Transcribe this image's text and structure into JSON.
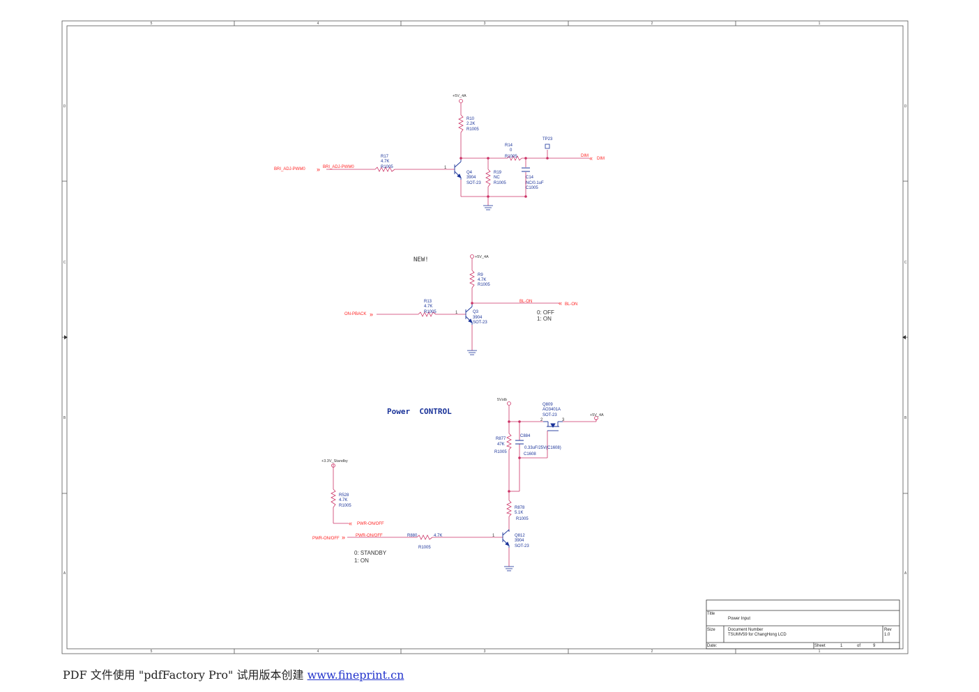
{
  "colors": {
    "wire": "#cc3366",
    "part": "#1a3399",
    "net": "#ff2222",
    "frame": "#555555",
    "note": "#333333",
    "junction": "#cc3366"
  },
  "frame": {
    "columns": [
      "5",
      "4",
      "3",
      "2",
      "1"
    ],
    "rows": [
      "D",
      "C",
      "B",
      "A"
    ]
  },
  "circuit1": {
    "rail": "+5V_4A",
    "r10": {
      "ref": "R10",
      "val": "2.2K",
      "pkg": "R1005"
    },
    "r17": {
      "ref": "R17",
      "val": "4.7K",
      "pkg": "R1005"
    },
    "q4": {
      "ref": "Q4",
      "val": "3904",
      "pkg": "SOT-23",
      "pin": "1"
    },
    "r19": {
      "ref": "R19",
      "val": "NC",
      "pkg": "R1005"
    },
    "r14": {
      "ref": "R14",
      "val": "0",
      "pkg": "R1005"
    },
    "c14": {
      "ref": "C14",
      "val": "NC/0.1uF",
      "pkg": "C1005"
    },
    "tp": "TP23",
    "net_in_port": "BRI_ADJ-PWM0",
    "net_in_label": "BRI_ADJ-PWM0",
    "net_out_label": "DIM",
    "net_out_port": "DIM"
  },
  "circuit2": {
    "note": "NEW!",
    "rail": "+5V_4A",
    "r9": {
      "ref": "R9",
      "val": "4.7K",
      "pkg": "R1005"
    },
    "r13": {
      "ref": "R13",
      "val": "4.7K",
      "pkg": "R1005"
    },
    "q3": {
      "ref": "Q3",
      "val": "3904",
      "pkg": "SOT-23",
      "pin": "1"
    },
    "net_in_port": "ON-PBACK",
    "net_out_label": "BL-ON",
    "net_out_port": "BL-ON",
    "state0": "0: OFF",
    "state1": "1: ON"
  },
  "circuit3": {
    "heading": "Power  CONTROL",
    "rail_in": "5Vstb",
    "rail_out": "+5V_4A",
    "q809": {
      "ref": "Q809",
      "val": "AO3401A",
      "pkg": "SOT-23",
      "pin2": "2",
      "pin3": "3"
    },
    "r877": {
      "ref": "R877",
      "val": "47K",
      "pkg": "R1005"
    },
    "c884": {
      "ref": "C884",
      "val": "0.33uF/25V(C1608)",
      "pkg": "C1608"
    },
    "r878": {
      "ref": "R878",
      "val": "5.1K",
      "pkg": "R1005"
    },
    "q812": {
      "ref": "Q812",
      "val": "3904",
      "pkg": "SOT-23",
      "pin": "1"
    },
    "standby_rail": "+3.3V_Standby",
    "r528": {
      "ref": "R528",
      "val": "4.7K",
      "pkg": "R1005"
    },
    "pwr_label_top": "PWR-ON/OFF",
    "pwr_port": "PWR-ON/OFF",
    "pwr_net": "PWR-ON/OFF",
    "r880": {
      "ref": "R880",
      "val": "4.7K",
      "pkg": "R1005"
    },
    "state0": "0: STANDBY",
    "state1": "1: ON"
  },
  "title_block": {
    "title_label": "Title",
    "title": "Power Input",
    "size_label": "Size",
    "doc_label": "Document Number",
    "doc": "TSUMV59 for ChangHong LCD",
    "rev_label": "Rev",
    "rev": "1.0",
    "date_label": "Date:",
    "sheet_label": "Sheet",
    "sheet": "1",
    "of_label": "of",
    "total": "9"
  },
  "footer": {
    "text": "PDF 文件使用 \"pdfFactory Pro\" 试用版本创建 ",
    "link": "www.fineprint.cn"
  }
}
